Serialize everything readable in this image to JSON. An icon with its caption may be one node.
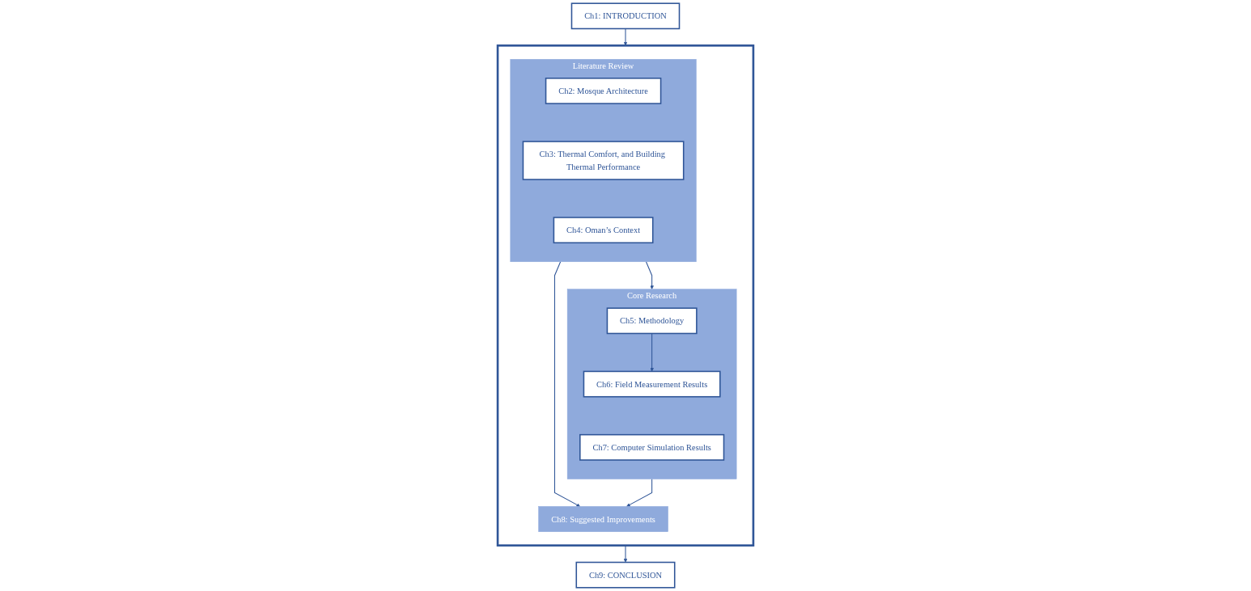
{
  "diagram": {
    "nodes": [
      {
        "text": [
          "Ch1: INTRODUCTION"
        ]
      },
      {
        "text": [],
        "shape": "box"
      },
      {
        "text": [
          "Literature Review"
        ],
        "in": 1
      },
      {
        "text": [
          "Ch2: Mosque Architecture"
        ],
        "in": 2
      },
      {
        "text": [
          "Ch3: Thermal Comfort, and Building Thermal Performance"
        ],
        "in": 2
      },
      {
        "text": [
          "Ch4: Oman’s Context"
        ],
        "in": 2
      },
      {
        "text": [
          "Core Research"
        ],
        "in": 1
      },
      {
        "text": [
          "Ch5: Methodology"
        ],
        "in": 6
      },
      {
        "text": [
          "Ch6: Field Measurement Results"
        ],
        "in": 6
      },
      {
        "text": [
          "Ch7: Computer Simulation Results"
        ],
        "in": 6
      },
      {
        "text": [
          "Ch8: Suggested Improvements"
        ],
        "in": 1
      },
      {
        "text": [
          "Ch9: CONCLUSION"
        ]
      }
    ],
    "edges": [
      {
        "from": 0,
        "to": 1,
        "arrow": "to"
      },
      {
        "from": 2,
        "to": 6,
        "arrow": "to"
      },
      {
        "from": 7,
        "to": 8,
        "arrow": "to"
      },
      {
        "from": 2,
        "to": 10,
        "arrow": "to"
      },
      {
        "from": 6,
        "to": 10,
        "arrow": "to"
      },
      {
        "from": 1,
        "to": 11,
        "arrow": "to"
      }
    ]
  }
}
